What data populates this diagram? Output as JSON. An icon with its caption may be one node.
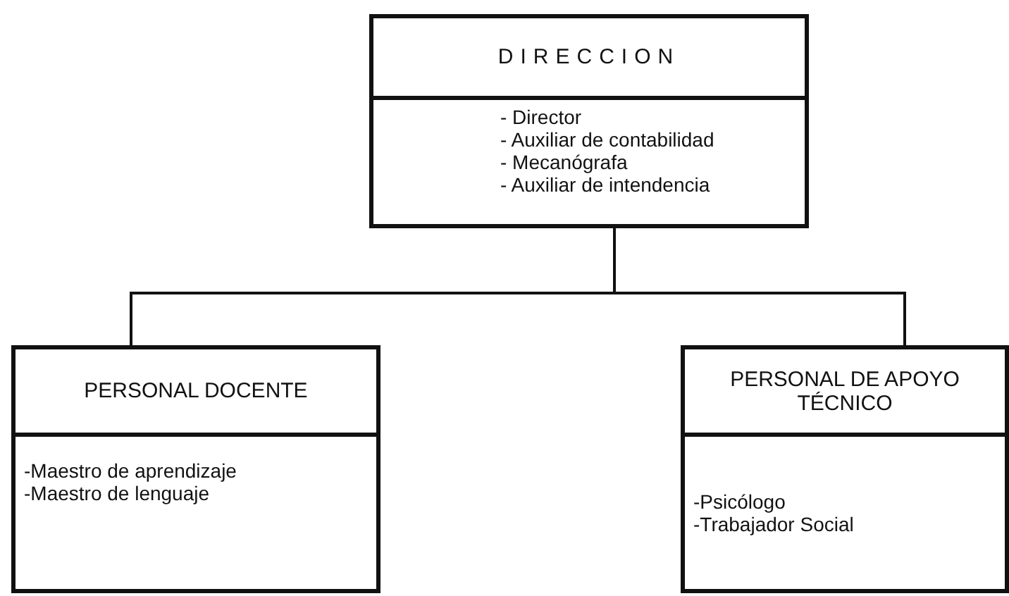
{
  "diagram": {
    "nodes": [
      {
        "text": [
          "DIRECCION",
          "- Director",
          "- Auxiliar de contabilidad",
          "- Mecanógrafa",
          "- Auxiliar de intendencia"
        ]
      },
      {
        "text": [
          "PERSONAL DOCENTE",
          "-Maestro de aprendizaje",
          "-Maestro de lenguaje"
        ]
      },
      {
        "text": [
          "PERSONAL DE APOYO TÉCNICO",
          "-Psicólogo",
          "-Trabajador Social"
        ]
      }
    ],
    "edges": [
      {
        "from": 0,
        "to": 1,
        "arrow": "none"
      },
      {
        "from": 0,
        "to": 2,
        "arrow": "none"
      }
    ]
  }
}
